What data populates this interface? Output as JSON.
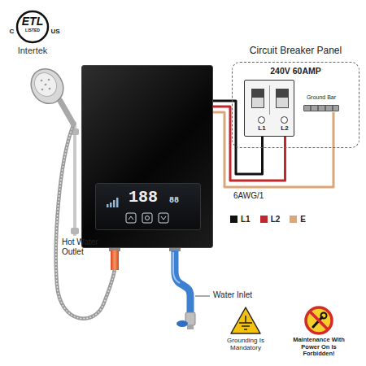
{
  "diagram": {
    "nodes": [
      {
        "text": [
          "188",
          "88"
        ]
      },
      {
        "text": [
          "Circuit Breaker Panel",
          "240V 60AMP"
        ]
      },
      {
        "text": [
          "L1",
          "L2"
        ],
        "in": 1
      },
      {
        "text": [
          "Ground Bar"
        ],
        "in": 1
      }
    ],
    "edges": [
      {
        "from": 0,
        "to": 2,
        "arrow": "none",
        "label": "6AWG/1"
      },
      {
        "from": 0,
        "to": 2,
        "arrow": "none"
      },
      {
        "from": 0,
        "to": 3,
        "arrow": "none"
      }
    ],
    "labels": [
      "C",
      "ETL",
      "US",
      "LISTED",
      "Intertek",
      "Hot Water Outlet",
      "Water Inlet",
      "Grounding Is Mandatory",
      "Maintenance With Power On Is Forbidden!"
    ],
    "legend": [
      {
        "text": "L1",
        "color": "#111111"
      },
      {
        "text": "L2",
        "color": "#c0282d"
      },
      {
        "text": "E",
        "color": "#d9a77a"
      }
    ]
  }
}
